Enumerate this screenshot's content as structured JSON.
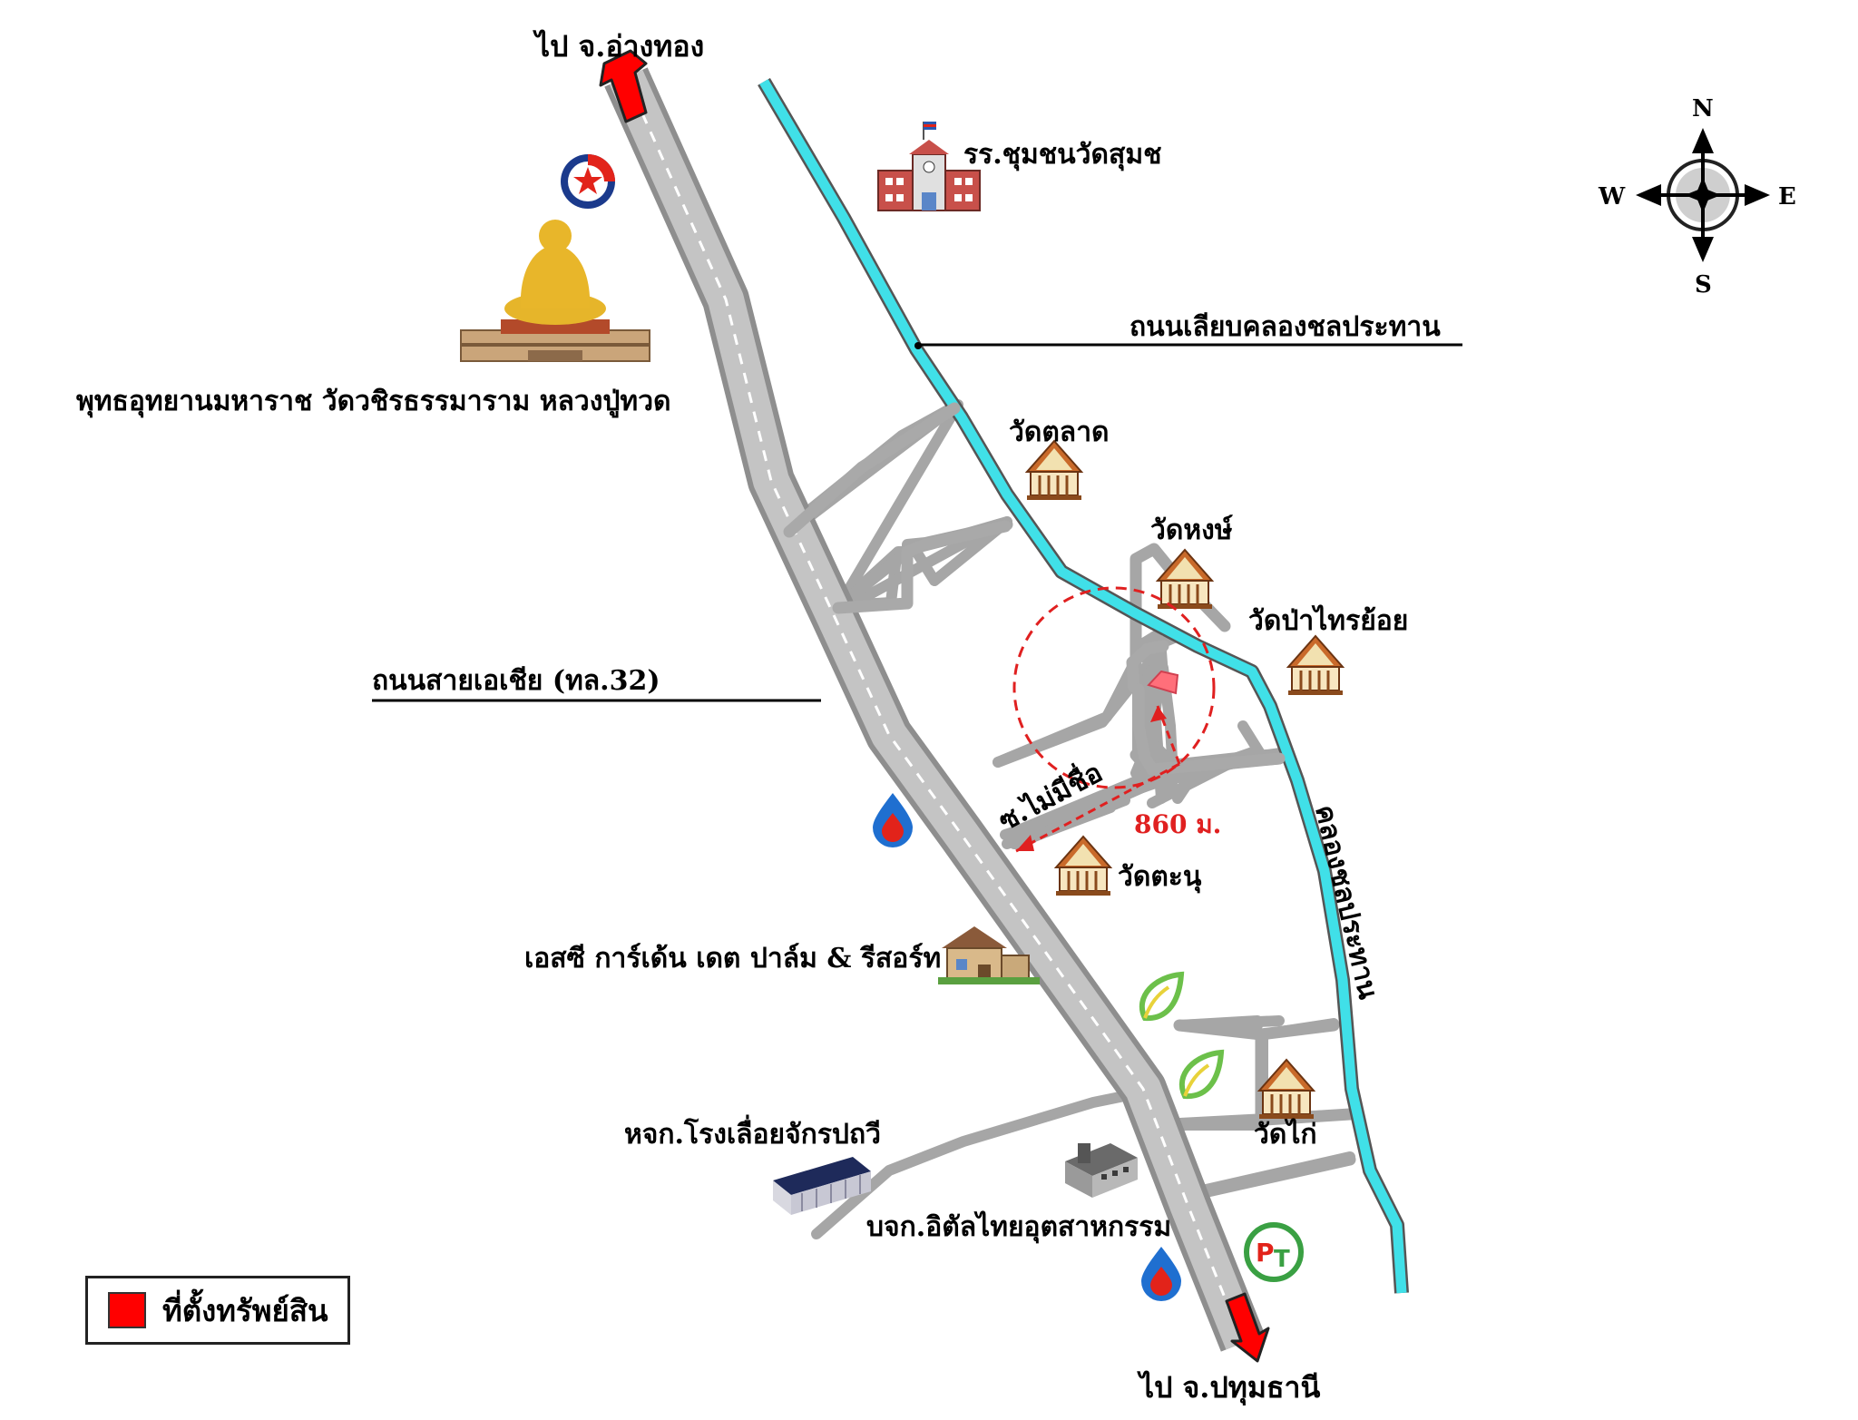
{
  "labels": {
    "to_angthong": "ไป จ.อ่างทอง",
    "to_pathumthani": "ไป จ.ปทุมธานี",
    "school": "รร.ชุมชนวัดสุมช",
    "canal_road": "ถนนเลียบคลองชลประทาน",
    "buddha_park": "พุทธอุทยานมหาราช วัดวชิรธรรมาราม หลวงปู่ทวด",
    "wat_talat": "วัดตลาด",
    "wat_hong": "วัดหงษ์",
    "wat_pa_sai_noi": "วัดป่าไทรย้อย",
    "asia_highway": "ถนนสายเอเชีย (ทล.32)",
    "soi": "ซ.ไม่มีชื่อ",
    "distance": "860 ม.",
    "wat_tanu": "วัดตะนุ",
    "canal": "คลองชลประทาน",
    "resort": "เอสซี การ์เด้น เดต ปาล์ม & รีสอร์ท",
    "sawmill": "หจก.โรงเลื่อยจักรปถวี",
    "wat_kai": "วัดไก่",
    "factory": "บจก.อิตัลไทยอุตสาหกรรม"
  },
  "compass": {
    "n": "N",
    "s": "S",
    "e": "E",
    "w": "W"
  },
  "legend": {
    "property_location": "ที่ตั้งทรัพย์สิน"
  },
  "colors": {
    "highway": "#9a9a9a",
    "local_road": "#a6a6a6",
    "canal": "#40e0e8",
    "arrow": "#ff0000",
    "radius_circle": "#e02020",
    "property": "#ff6f7a"
  },
  "icons": {
    "caltex_station": "caltex-star-icon",
    "ptt_station": "ptt-flame-icon",
    "bangchak_station": "bangchak-leaf-icon",
    "pt_station": "pt-logo-icon",
    "temple": "temple-icon",
    "school": "school-building-icon",
    "buddha_statue": "buddha-statue-icon",
    "resort": "house-icon",
    "warehouse": "warehouse-icon",
    "factory": "factory-icon"
  }
}
